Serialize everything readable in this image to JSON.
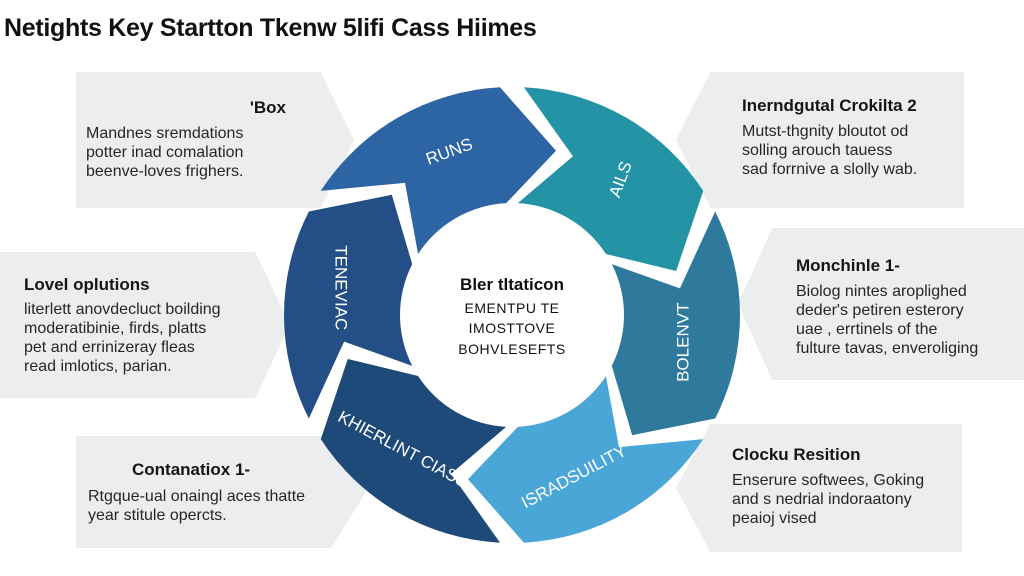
{
  "title": "Netights Key Startton Tkenw 5lifi Cass Hiimes",
  "colors": {
    "panel_bg": "#ecedee",
    "segment_1": "#2d64a3",
    "segment_2": "#2393a5",
    "segment_3": "#2f7a9c",
    "segment_4": "#4ba6d8",
    "segment_5": "#1d4a78",
    "segment_6": "#244f86"
  },
  "center": {
    "title": "Bler tltaticon",
    "lines": [
      "EMENTPU TE",
      "IMOSTTOVE",
      "BOHVLESEFTS"
    ]
  },
  "segments": [
    {
      "label": "RUNS"
    },
    {
      "label": "AILS"
    },
    {
      "label": "BOLENVT"
    },
    {
      "label": "ISRADSUILITY"
    },
    {
      "label": "KHIERLINT CIASS"
    },
    {
      "label": "TENEVIAC"
    }
  ],
  "panels": {
    "top_left": {
      "title": "'Box",
      "lines": [
        "Mandnes sremdations",
        "potter inad comalation",
        "beenve-loves frighers."
      ]
    },
    "mid_left": {
      "title": "Lovel oplutions",
      "lines": [
        "literlett anovdecluct boilding",
        "moderatibinie, firds, platts",
        "pet and errinizeray fleas",
        "read imlotics, parian."
      ]
    },
    "bottom_left": {
      "title": "Contanatiox 1-",
      "lines": [
        "Rtgque-ual onaingl aces thatte",
        "year stitule opercts."
      ]
    },
    "top_right": {
      "title": "Inerndgutal Crokilta 2",
      "lines": [
        "Mutst-thgnity bloutot od",
        "solling arouch tauess",
        "sad forrnive a slolly wab."
      ]
    },
    "mid_right": {
      "title": "Monchinle 1-",
      "lines": [
        "Biolog nintes aroplighed",
        "deder's petiren esterory",
        "uae , errtinels of the",
        "fulture tavas, enveroliging"
      ]
    },
    "bottom_right": {
      "title": "Clocku Resition",
      "lines": [
        "Enserure softwees, Goking",
        "and s nedrial indoraatony",
        "peaioj vised"
      ]
    }
  }
}
